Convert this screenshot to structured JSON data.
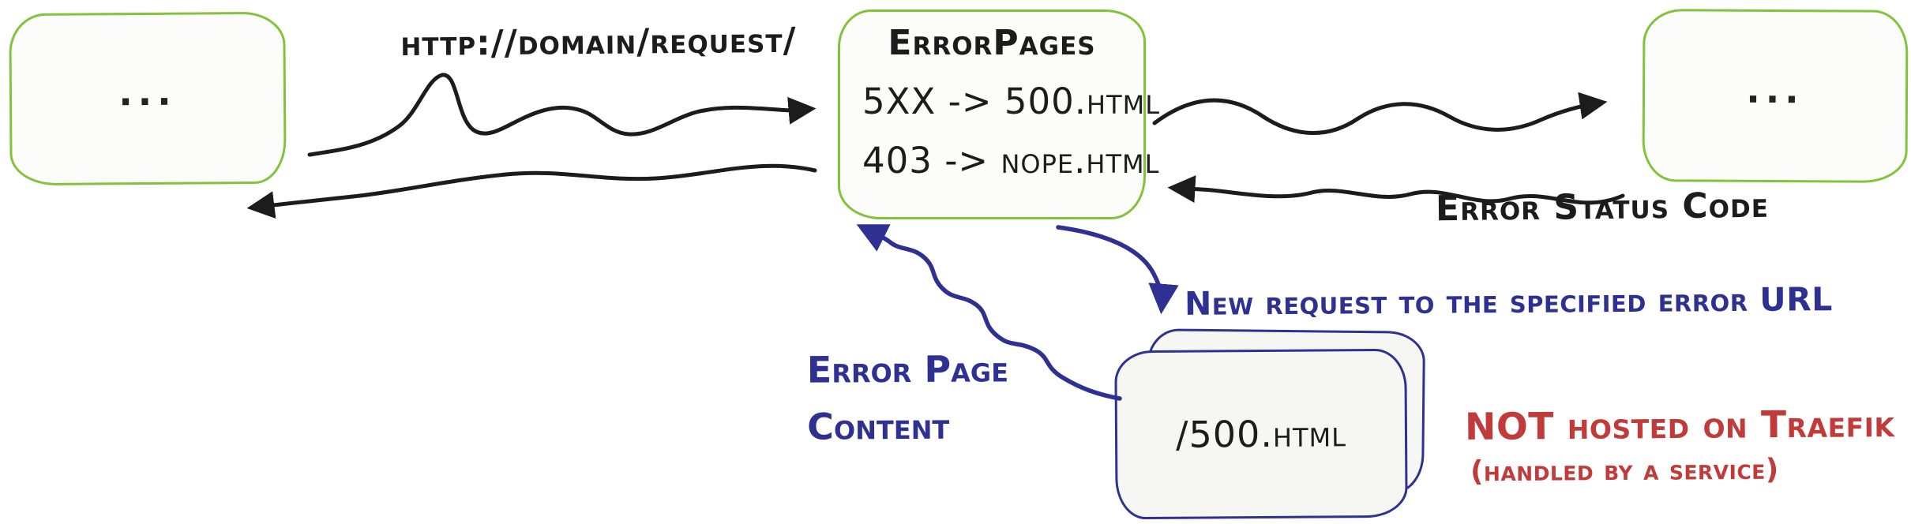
{
  "colors": {
    "box_green": "#84c23c",
    "accent_blue": "#2e3192",
    "accent_red": "#c13b3b",
    "ink": "#1c1c1c"
  },
  "nodes": {
    "left_service": {
      "label": "..."
    },
    "error_pages_middleware": {
      "title": "ErrorPages",
      "rules": [
        "5XX -> 500.html",
        "403 -> nope.html"
      ]
    },
    "right_service": {
      "label": "..."
    },
    "error_page_stack": {
      "label": "/500.html"
    }
  },
  "labels": {
    "request_url": "http://domain/request/",
    "error_status_code": "Error Status Code",
    "new_request_note": "New request to the specified error URL",
    "error_page_content": [
      "Error Page",
      "Content"
    ],
    "not_hosted_title": "NOT hosted on Traefik",
    "not_hosted_subtitle": "(handled by a service)"
  }
}
